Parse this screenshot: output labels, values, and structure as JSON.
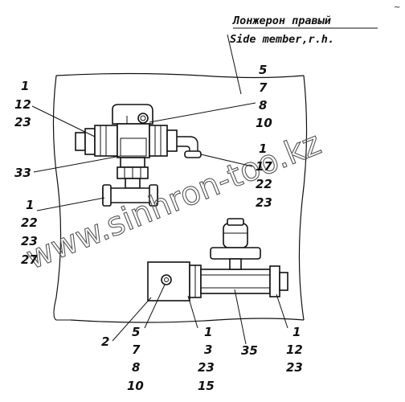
{
  "title": {
    "ru": "Лонжерон правый",
    "en": "Side member,r.h."
  },
  "watermark": "www.sinhron-too.kz",
  "corner_mark": "~",
  "callouts": {
    "top_left": [
      "1",
      "12",
      "23"
    ],
    "top_right": [
      "5",
      "7",
      "8",
      "10"
    ],
    "elbow": [
      "1",
      "17",
      "22",
      "23"
    ],
    "tee_bottom": [
      "1",
      "22",
      "23",
      "27"
    ],
    "valve_body": "33",
    "bracket": "2",
    "bottom_5": [
      "5",
      "7",
      "8",
      "10"
    ],
    "bottom_1": [
      "1",
      "3",
      "23",
      "15"
    ],
    "cylinder": "35",
    "right_end": [
      "1",
      "12",
      "23"
    ]
  }
}
